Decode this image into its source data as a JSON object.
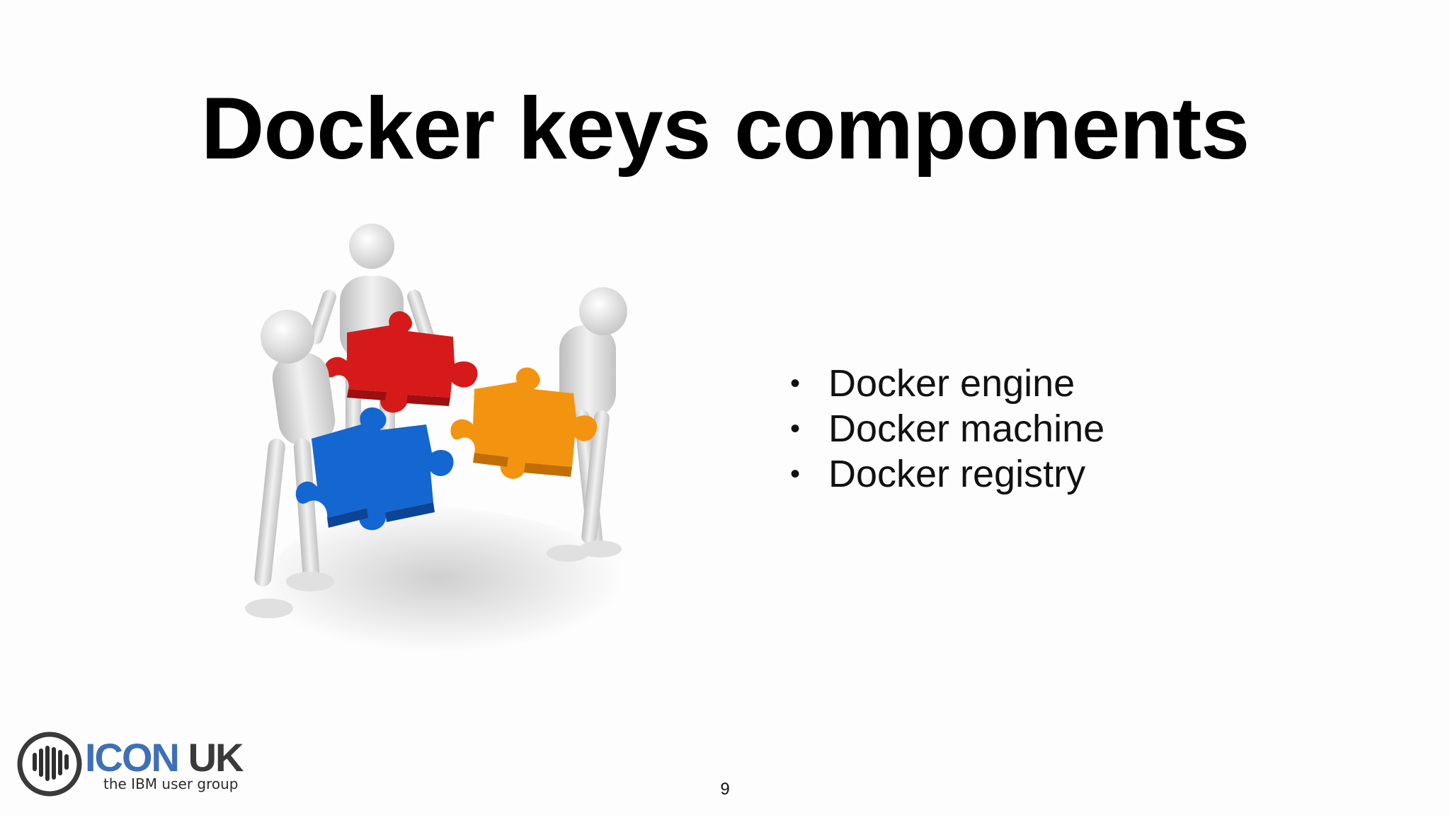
{
  "slide": {
    "title": "Docker keys components",
    "bullets": [
      "Docker engine",
      "Docker machine",
      "Docker registry"
    ],
    "page_number": "9",
    "bullet_glyph": "•"
  },
  "illustration": {
    "icon": "people-assembling-puzzle-icon",
    "piece_colors": {
      "red": "#d61a1a",
      "blue": "#1466d0",
      "orange": "#f29410"
    }
  },
  "logo": {
    "word_1": "ICON",
    "word_2": "UK",
    "tagline": "the IBM user group",
    "colors": {
      "primary": "#3f6fb6",
      "secondary": "#3a3a3a"
    }
  }
}
